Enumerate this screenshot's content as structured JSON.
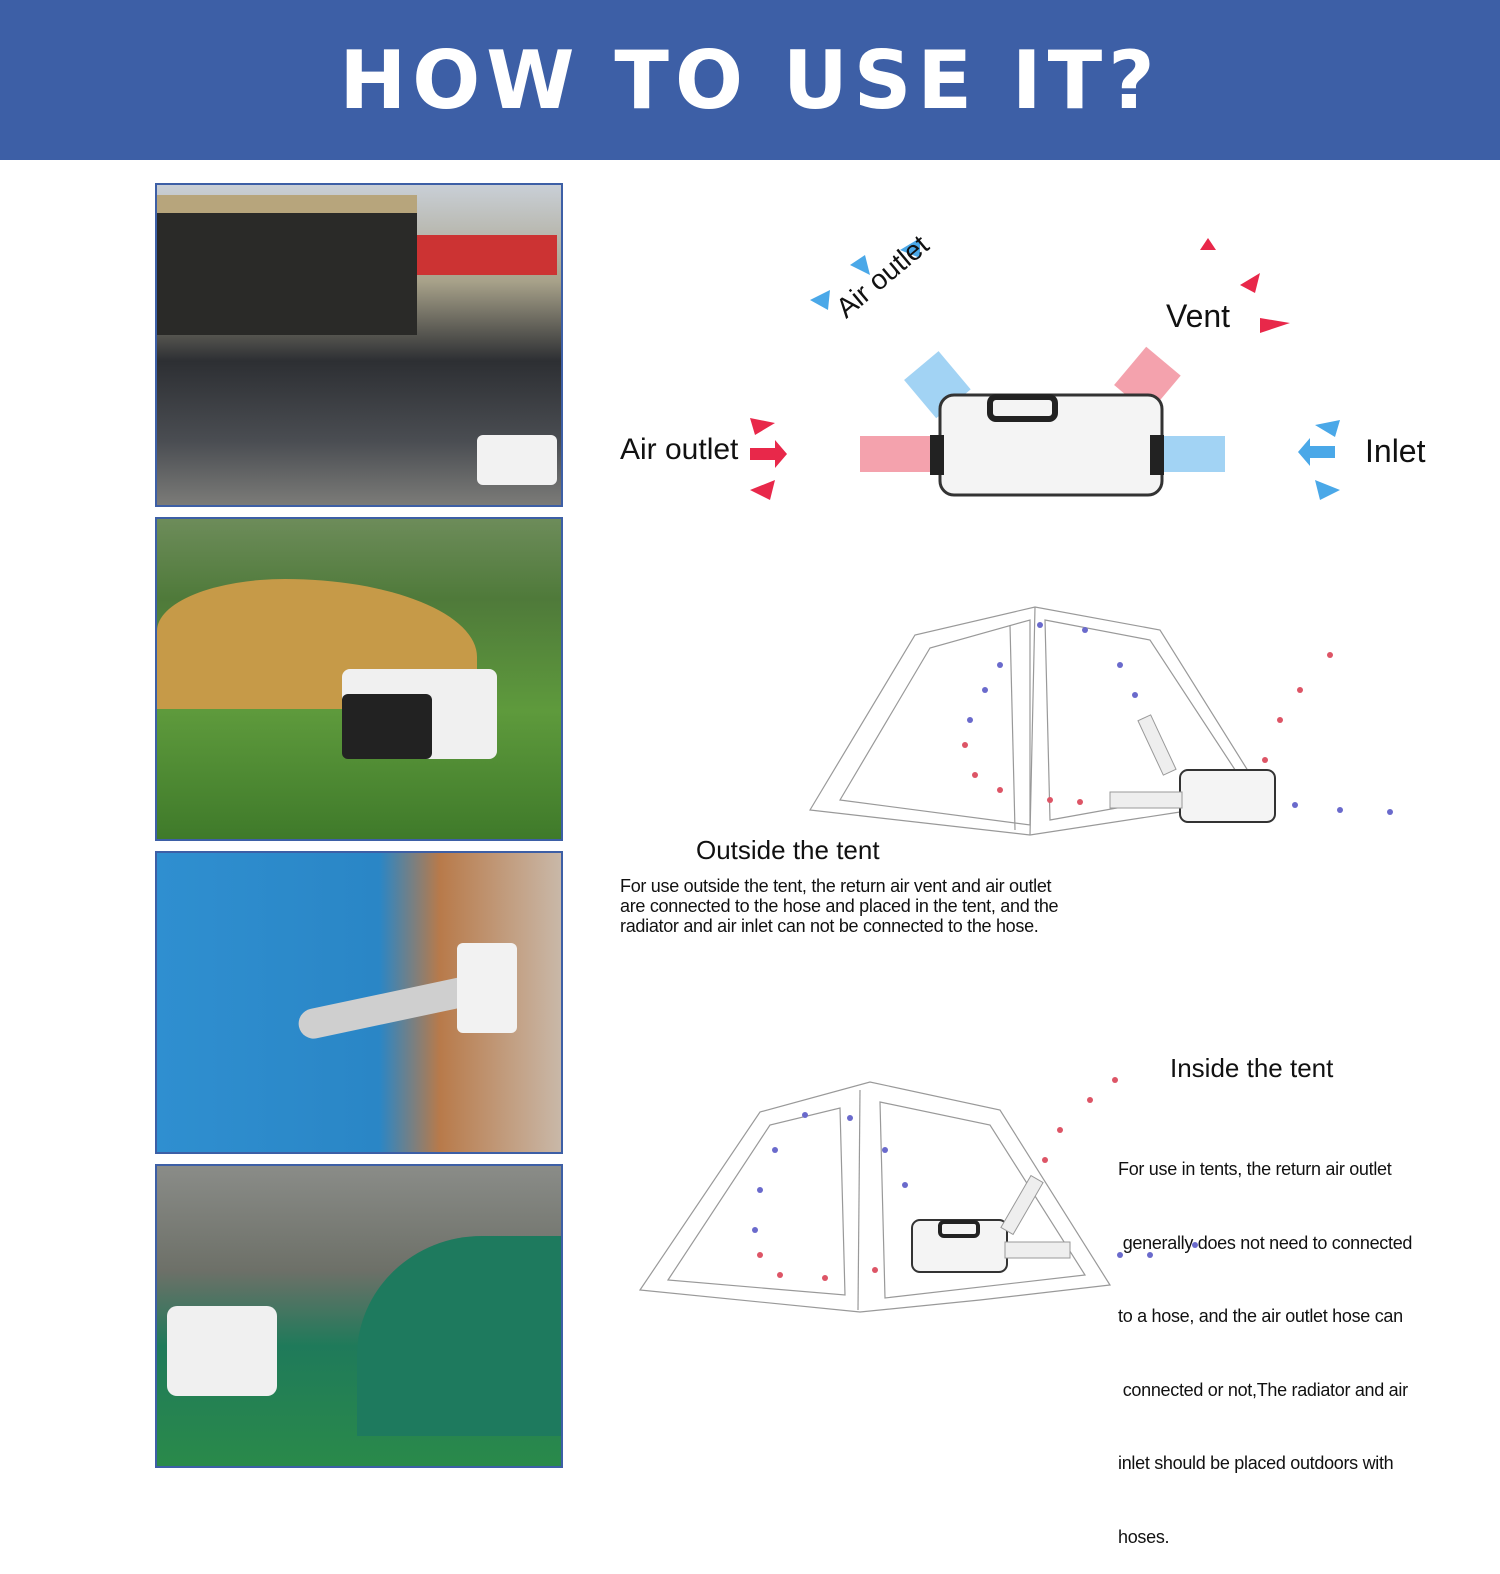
{
  "header": {
    "title": "HOW TO USE IT?"
  },
  "colors": {
    "banner": "#3d5fa6",
    "cold_air": "#4aa8e8",
    "hot_air": "#e8284a"
  },
  "photos": [
    {
      "scene": "rooftop-tent-car"
    },
    {
      "scene": "camping-tent-grass"
    },
    {
      "scene": "blue-tent-indoor"
    },
    {
      "scene": "green-tent-showroom"
    }
  ],
  "unit_diagram": {
    "labels": {
      "air_outlet_top": "Air outlet",
      "vent": "Vent",
      "air_outlet_left": "Air outlet",
      "inlet": "Inlet"
    }
  },
  "outside": {
    "title": "Outside the tent",
    "lines": [
      "For use outside the tent, the return air vent and air outlet",
      "are connected to the hose and placed in the tent, and the",
      "radiator and air inlet can not be connected to the hose."
    ]
  },
  "inside": {
    "title": "Inside the tent",
    "lines": [
      "For use in tents, the return air outlet",
      " generally does not need to connected",
      "to a hose, and the air outlet hose can",
      " connected or not,The radiator and air",
      "inlet should be placed outdoors with",
      "hoses."
    ]
  }
}
